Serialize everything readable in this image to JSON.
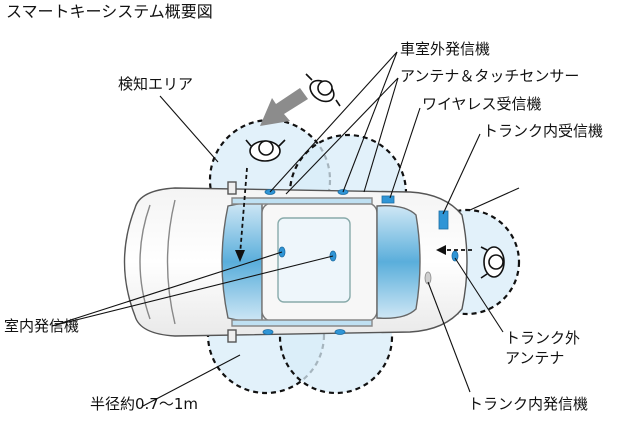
{
  "title": "スマートキーシステム概要図",
  "labels": {
    "detection_area": "検知エリア",
    "car_room_exterior_transmitter": "車室外発信機",
    "antenna_touch_sensor": "アンテナ＆タッチセンサー",
    "wireless_receiver": "ワイヤレス受信機",
    "trunk_receiver": "トランク内受信機",
    "interior_transmitter": "室内発信機",
    "trunk_exterior_antenna_line1": "トランク外",
    "trunk_exterior_antenna_line2": "アンテナ",
    "radius": "半径約0.7〜1m",
    "trunk_interior_transmitter": "トランク内発信機"
  },
  "colors": {
    "area_fill": "#d8ecf8",
    "glass": "#4aa3d4",
    "device": "#2f95d6",
    "arrow": "#8c8c8c"
  },
  "icons": [
    "person-icon",
    "arrow-icon"
  ]
}
